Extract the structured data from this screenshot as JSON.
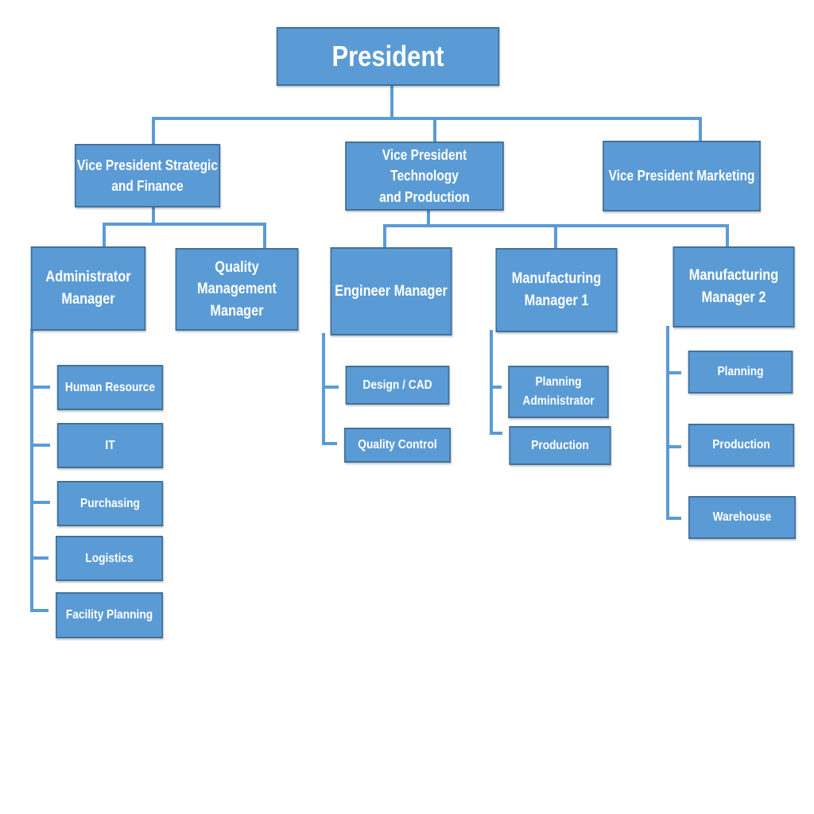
{
  "org_chart": {
    "president": "President",
    "vp_strategic": "Vice President Strategic\nand Finance",
    "vp_technology": "Vice President Technology\nand Production",
    "vp_marketing": "Vice President Marketing",
    "administrator_manager": "Administrator\nManager",
    "quality_management_manager": "Quality\nManagement\nManager",
    "engineer_manager": "Engineer Manager",
    "manufacturing_manager_1": "Manufacturing\nManager 1",
    "manufacturing_manager_2": "Manufacturing\nManager 2",
    "admin_units": [
      "Human Resource",
      "IT",
      "Purchasing",
      "Logistics",
      "Facility Planning"
    ],
    "engineer_units": [
      "Design / CAD",
      "Quality Control"
    ],
    "mfg1_units": [
      "Planning\nAdministrator",
      "Production"
    ],
    "mfg2_units": [
      "Planning",
      "Production",
      "Warehouse"
    ]
  },
  "colors": {
    "box_fill": "#5b9bd5",
    "box_border": "#41719c",
    "connector": "#5b9bd5",
    "text": "#ffffff"
  }
}
